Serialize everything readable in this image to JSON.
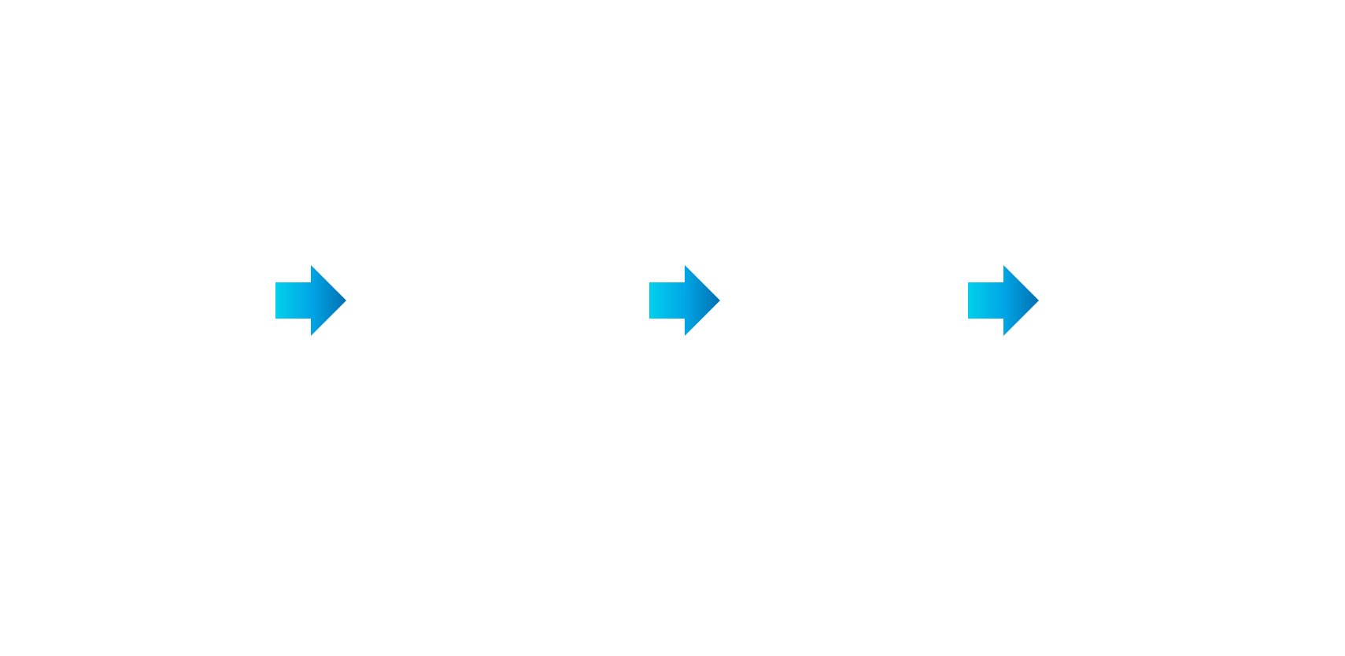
{
  "diagram": {
    "arrows": [
      {
        "icon": "right-arrow-icon",
        "direction": "right"
      },
      {
        "icon": "right-arrow-icon",
        "direction": "right"
      },
      {
        "icon": "right-arrow-icon",
        "direction": "right"
      }
    ],
    "colors": {
      "background": "#ffffff",
      "arrow_gradient_start": "#00d0ec",
      "arrow_gradient_mid": "#00a6e6",
      "arrow_gradient_end": "#0071b2"
    }
  }
}
